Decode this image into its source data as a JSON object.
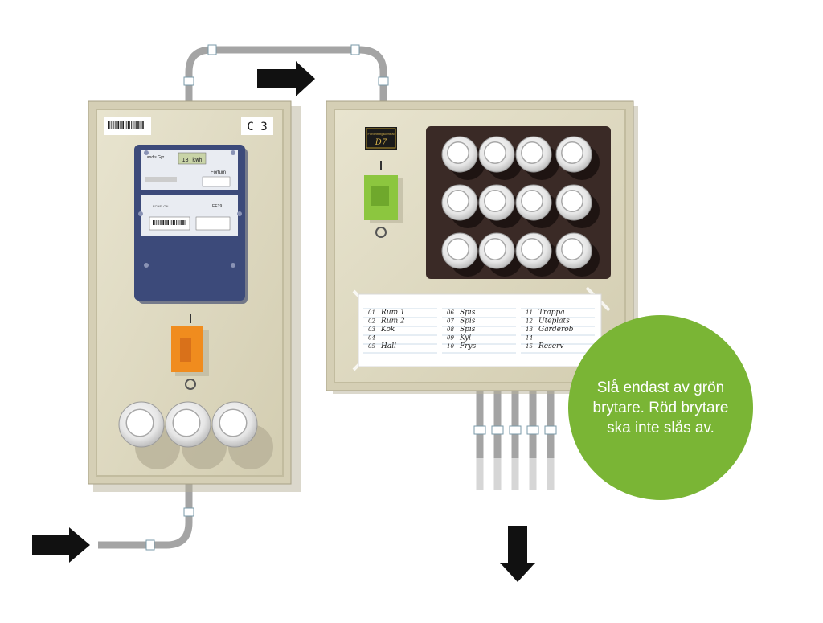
{
  "meter_panel": {
    "label": "C 3",
    "meter_brand": "Landis Gyr",
    "meter_display": "13 kWh",
    "meter_brand2": "Fortum",
    "meter_make": "ECHELON",
    "meter_code": "EE19"
  },
  "fuse_box": {
    "plate_title": "Fördelningscentral",
    "plate_code": "D7",
    "circuits_col1": [
      {
        "num": "01",
        "name": "Rum 1"
      },
      {
        "num": "02",
        "name": "Rum 2"
      },
      {
        "num": "03",
        "name": "Kök"
      },
      {
        "num": "04",
        "name": ""
      },
      {
        "num": "05",
        "name": "Hall"
      }
    ],
    "circuits_col2": [
      {
        "num": "06",
        "name": "Spis"
      },
      {
        "num": "07",
        "name": "Spis"
      },
      {
        "num": "08",
        "name": "Spis"
      },
      {
        "num": "09",
        "name": "Kyl"
      },
      {
        "num": "10",
        "name": "Frys"
      }
    ],
    "circuits_col3": [
      {
        "num": "11",
        "name": "Trappa"
      },
      {
        "num": "12",
        "name": "Uteplats"
      },
      {
        "num": "13",
        "name": "Garderob"
      },
      {
        "num": "14",
        "name": ""
      },
      {
        "num": "15",
        "name": "Reserv"
      }
    ]
  },
  "advice": {
    "text": "Slå endast av grön brytare. Röd brytare ska inte slås av."
  },
  "colors": {
    "panel": "#ded9c3",
    "panel_border": "#c8c2a6",
    "fuse_board": "#3a2a26",
    "green_switch": "#8cc63f",
    "orange_switch": "#f08c1e",
    "meter_blue": "#3c4a7a",
    "advice_green": "#7ab535",
    "cable": "#a4a4a4"
  }
}
